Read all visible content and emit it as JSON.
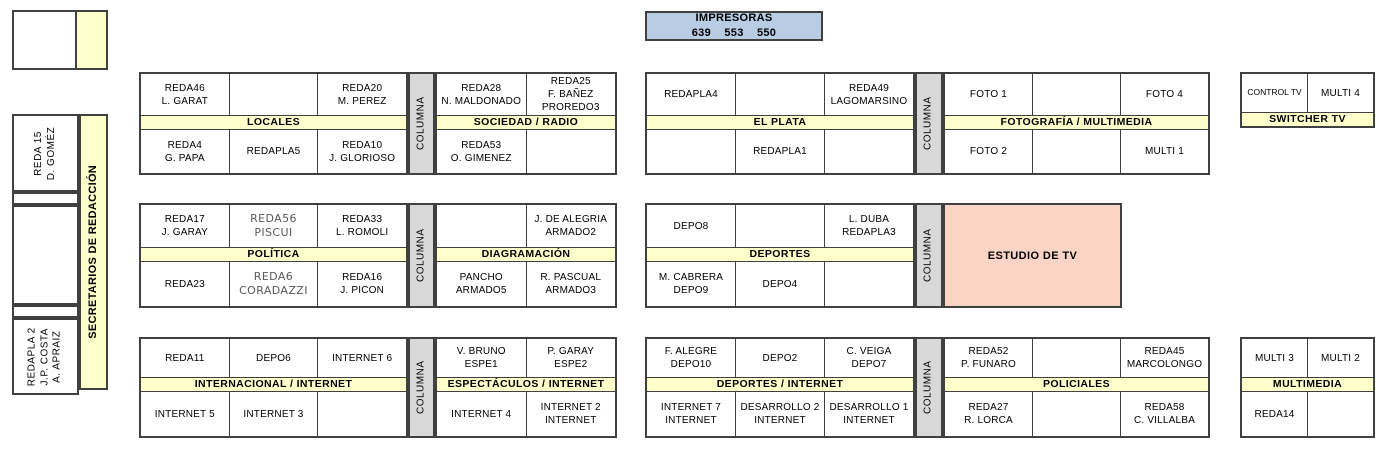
{
  "labels": {
    "columna": "COLUMNA"
  },
  "colors": {
    "band-yellow": "#ffffcc",
    "pillar-gray": "#d8d8d8",
    "printers-blue": "#b8cce4",
    "estudio-pink": "#fbd4c6",
    "line-dark": "#404040"
  },
  "printers": {
    "title": "IMPRESORAS",
    "numbers": "639  553  550"
  },
  "left_column": {
    "secretarios": "SECRETARIOS DE REDACCIÓN",
    "desk_reda15": "REDA 15\nD. GOMÉZ",
    "desk_redapla2": "REDAPLA 2\nJ.P. COSTA\nA. APRAIZ"
  },
  "estudio": {
    "label": "ESTUDIO DE TV"
  },
  "blocks": {
    "locales": {
      "band": "LOCALES",
      "cells": [
        "REDA46\nL. GARAT",
        "",
        "REDA20\nM. PEREZ",
        "REDA4\nG. PAPA",
        "REDAPLA5",
        "REDA10\nJ. GLORIOSO"
      ]
    },
    "sociedad_radio": {
      "band": "SOCIEDAD / RADIO",
      "cells": [
        "REDA28\nN. MALDONADO",
        "REDA25\nF. BAÑEZ\nPROREDO3",
        "REDA53\nO. GIMENEZ",
        ""
      ]
    },
    "el_plata": {
      "band": "EL PLATA",
      "cells": [
        "REDAPLA4",
        "",
        "REDA49\nLAGOMARSINO",
        "",
        "REDAPLA1",
        ""
      ]
    },
    "fotografia_multimedia": {
      "band": "FOTOGRAFÍA / MULTIMEDIA",
      "cells": [
        "FOTO 1",
        "",
        "FOTO 4",
        "FOTO 2",
        "",
        "MULTI 1"
      ]
    },
    "switcher_tv": {
      "band": "SWITCHER TV",
      "cells": [
        "CONTROL TV",
        "MULTI 4"
      ]
    },
    "politica": {
      "band": "POLÍTICA",
      "cells": [
        "REDA17\nJ. GARAY",
        "REDA56\nPISCUI",
        "REDA33\nL. ROMOLI",
        "REDA23",
        "REDA6\nCORADAZZI",
        "REDA16\nJ. PICON"
      ]
    },
    "diagramacion": {
      "band": "DIAGRAMACIÓN",
      "cells": [
        "",
        "J. DE ALEGRIA\nARMADO2",
        "PANCHO\nARMADO5",
        "R. PASCUAL\nARMADO3"
      ]
    },
    "deportes": {
      "band": "DEPORTES",
      "cells": [
        "DEPO8",
        "",
        "L. DUBA\nREDAPLA3",
        "M. CABRERA\nDEPO9",
        "DEPO4",
        ""
      ]
    },
    "internacional_internet": {
      "band": "INTERNACIONAL / INTERNET",
      "cells": [
        "REDA11",
        "DEPO6",
        "INTERNET 6",
        "INTERNET 5",
        "INTERNET 3",
        ""
      ]
    },
    "espectaculos_internet": {
      "band": "ESPECTÁCULOS / INTERNET",
      "cells": [
        "V. BRUNO\nESPE1",
        "P. GARAY\nESPE2",
        "INTERNET 4",
        "INTERNET 2\nINTERNET"
      ]
    },
    "deportes_internet": {
      "band": "DEPORTES / INTERNET",
      "cells": [
        "F. ALEGRE\nDEPO10",
        "DEPO2",
        "C. VEIGA\nDEPO7",
        "INTERNET 7\nINTERNET",
        "DESARROLLO 2\nINTERNET",
        "DESARROLLO 1\nINTERNET"
      ]
    },
    "policiales": {
      "band": "POLICIALES",
      "cells": [
        "REDA52\nP. FUNARO",
        "",
        "REDA45\nMARCOLONGO",
        "REDA27\nR. LORCA",
        "",
        "REDA58\nC. VILLALBA"
      ]
    },
    "multimedia": {
      "band": "MULTIMEDIA",
      "cells": [
        "MULTI 3",
        "MULTI 2",
        "REDA14",
        ""
      ]
    }
  }
}
